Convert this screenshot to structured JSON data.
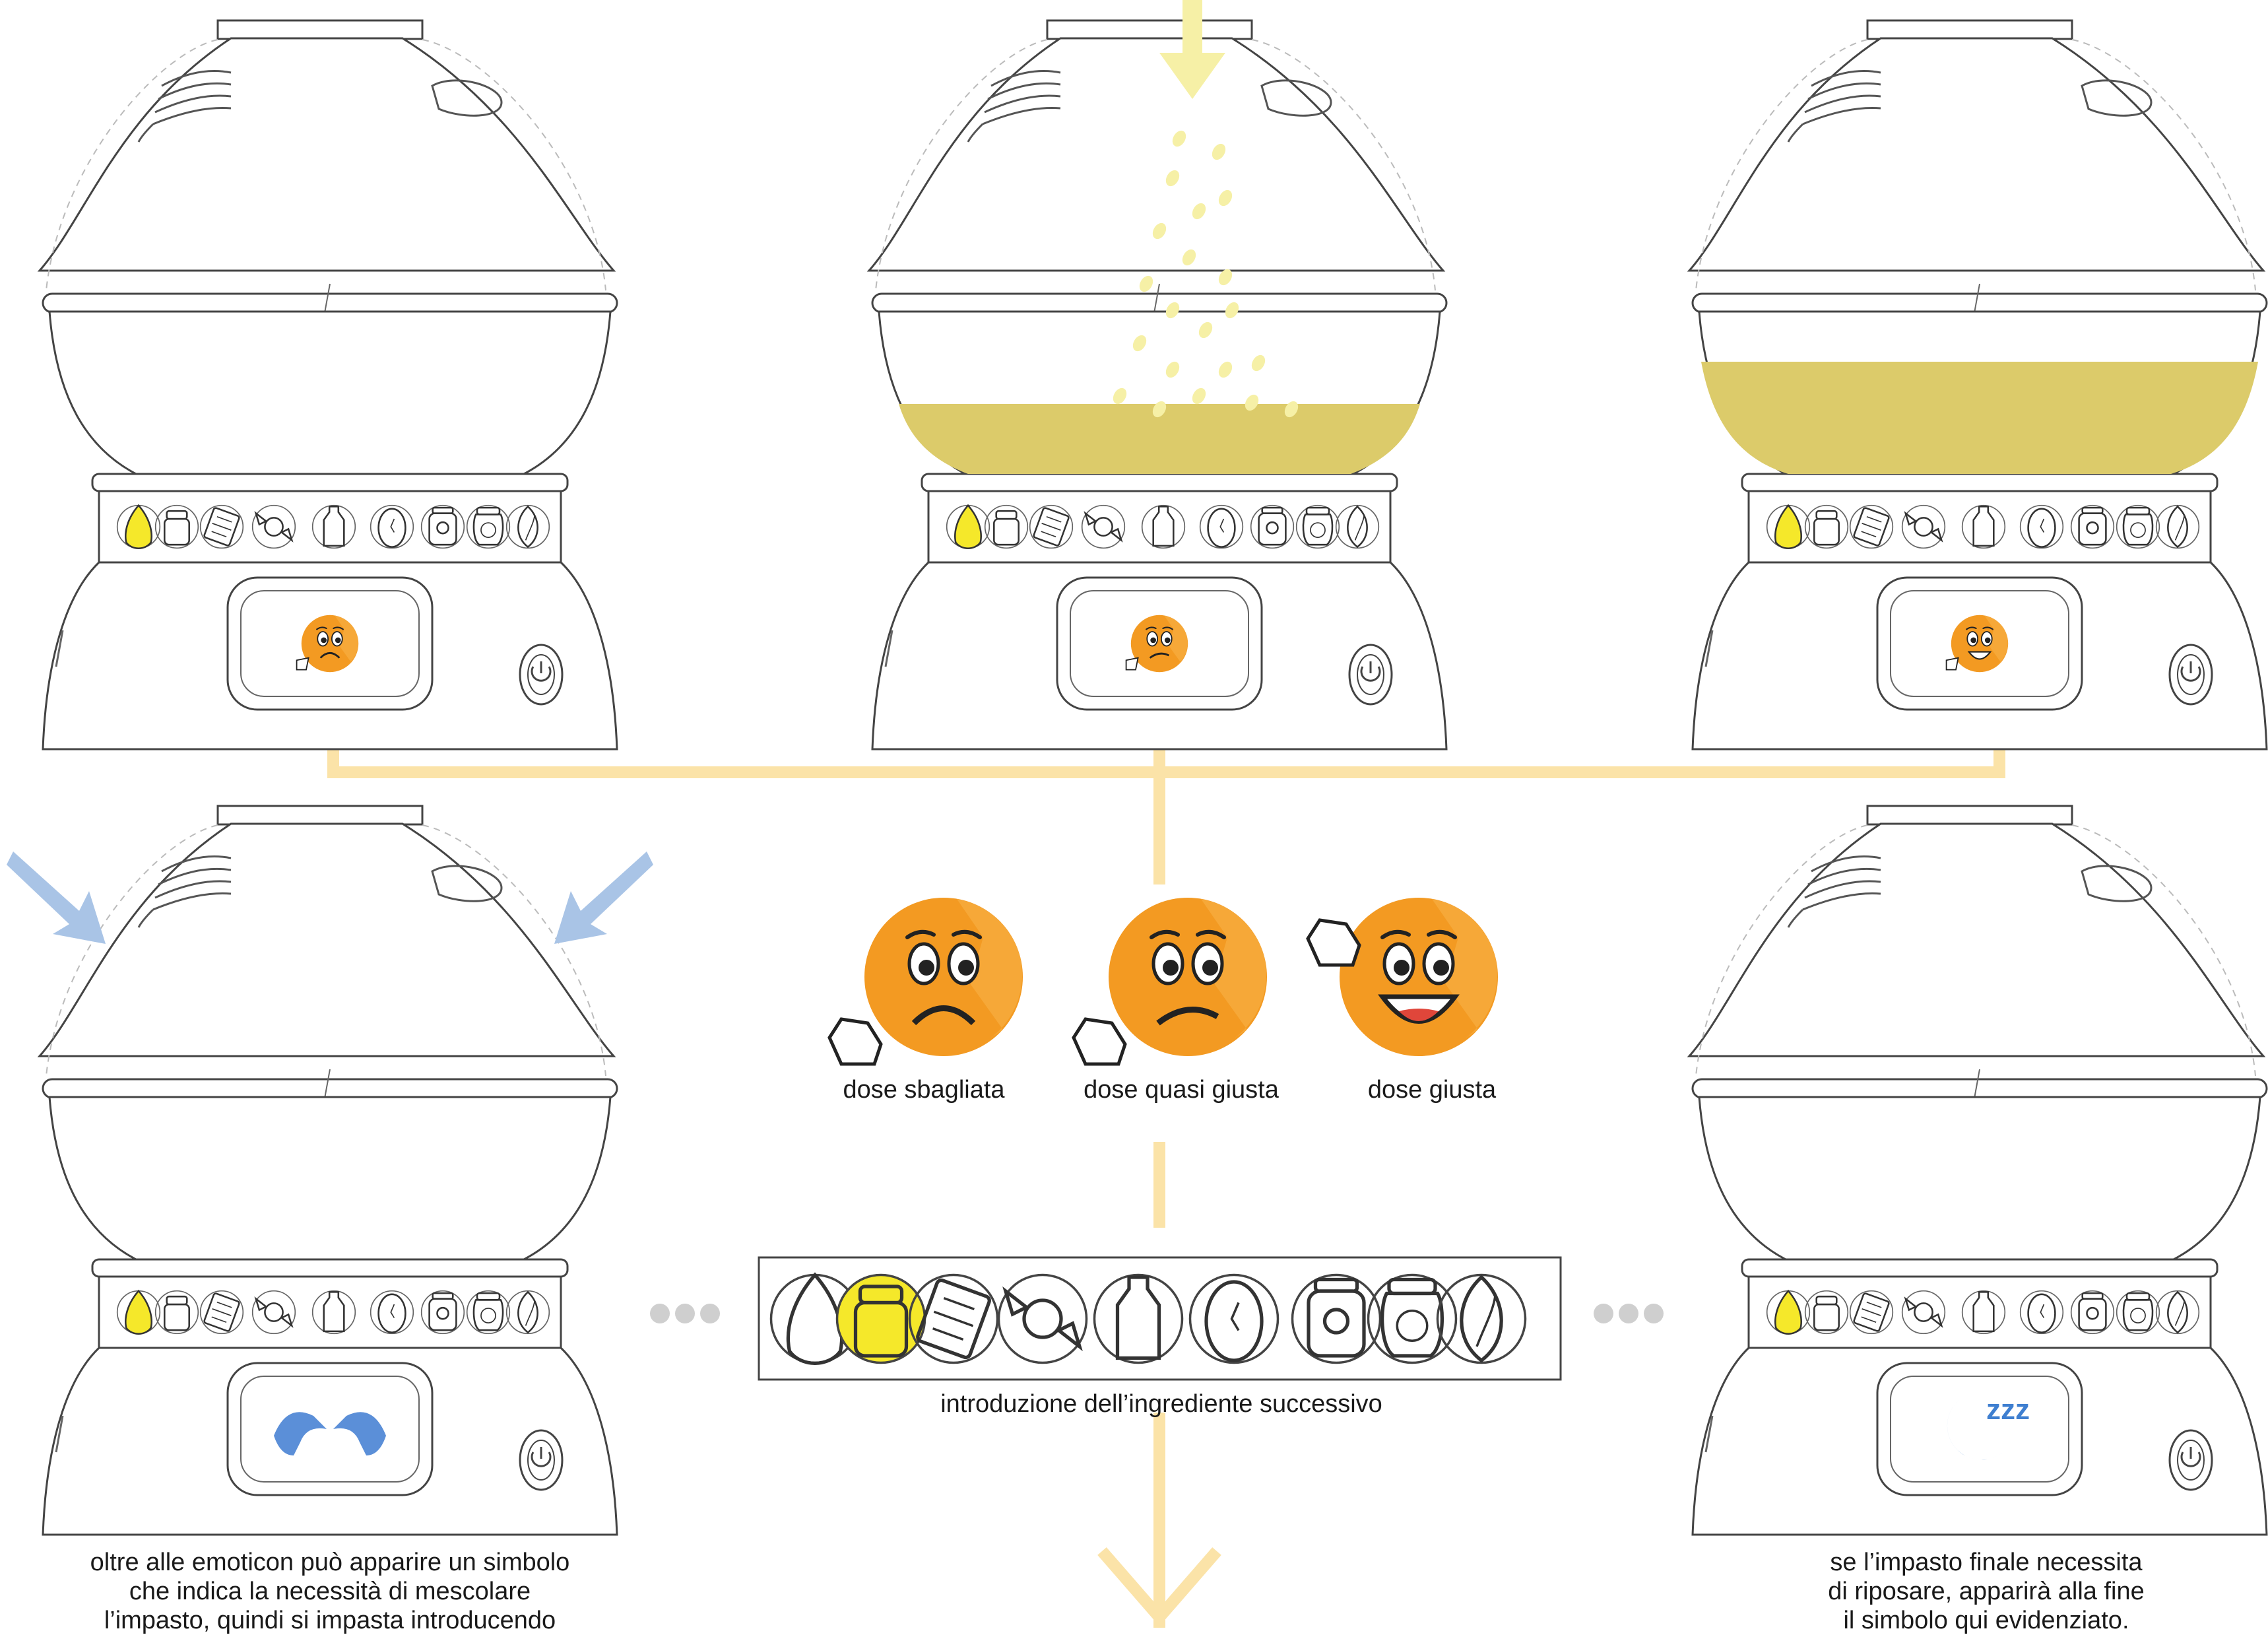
{
  "machines": [
    {
      "id": "top-left",
      "fill": "empty",
      "face": "sad",
      "highlight": "seed"
    },
    {
      "id": "top-center",
      "fill": "partial-pouring",
      "face": "meh",
      "highlight": "seed"
    },
    {
      "id": "top-right",
      "fill": "full",
      "face": "happy",
      "highlight": "seed"
    },
    {
      "id": "bottom-left",
      "fill": "empty",
      "face": "hands",
      "highlight": "seed"
    },
    {
      "id": "bottom-right",
      "fill": "empty",
      "face": "sleep",
      "highlight": "seed"
    }
  ],
  "ingredient_icons": [
    "seed-icon",
    "jar-icon",
    "chocolate-icon",
    "candy-icon",
    "milk-bottle-icon",
    "egg-icon",
    "cow-jar-icon",
    "honey-jar-icon",
    "leaf-icon"
  ],
  "emoticons": {
    "wrong": "dose sbagliata",
    "almost": "dose quasi giusta",
    "right": "dose giusta"
  },
  "strip_caption": "introduzione dell’ingrediente successivo",
  "caption_left": [
    "oltre alle emoticon può apparire un simbolo",
    "che indica la necessità di mescolare",
    "l’impasto, quindi si impasta introducendo"
  ],
  "caption_right": [
    "se l’impasto finale necessita",
    "di riposare, apparirà alla fine",
    "il simbolo qui evidenziato."
  ],
  "sleep_symbol": "zzz",
  "colors": {
    "dough": "#dccb6a",
    "highlight": "#f5e82a",
    "flow": "#fbe3a8",
    "pour": "#f6f0a6",
    "arrow_blue": "#a9c4e6",
    "emoticon": "#f39a22",
    "ellipsis": "#cfcfcf",
    "outline": "#3a3a3a"
  }
}
